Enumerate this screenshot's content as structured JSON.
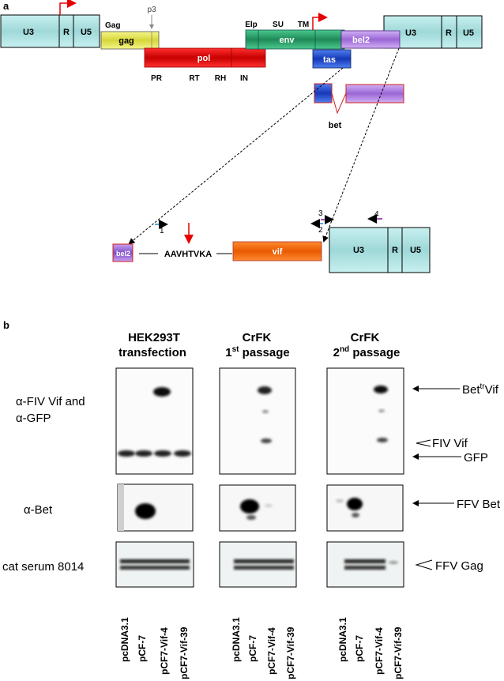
{
  "panel_a": {
    "label": "a",
    "ltr_left": {
      "u3": "U3",
      "r": "R",
      "u5": "U5"
    },
    "ltr_right": {
      "u3": "U3",
      "r": "R",
      "u5": "U5"
    },
    "ltr_bottom": {
      "u3": "U3",
      "r": "R",
      "u5": "U5"
    },
    "genes": {
      "gag_title": "Gag",
      "gag": "gag",
      "p3": "p3",
      "pol": "pol",
      "env": "env",
      "elp": "Elp",
      "su": "SU",
      "tm": "TM",
      "bel2": "bel2",
      "tas": "tas",
      "bet": "bet"
    },
    "pol_domains": [
      "PR",
      "RT",
      "RH",
      "IN"
    ],
    "construct": {
      "bel2": "bel2",
      "linker": "AAVHTVKA",
      "vif": "vif"
    },
    "primers": [
      "1",
      "2",
      "3",
      "4"
    ]
  },
  "panel_b": {
    "label": "b",
    "columns": [
      {
        "line1": "HEK293T",
        "line2": "transfection"
      },
      {
        "line1": "CrFK",
        "line2_num": "1",
        "line2_sup": "st",
        "line2_rest": " passage"
      },
      {
        "line1": "CrFK",
        "line2_num": "2",
        "line2_sup": "nd",
        "line2_rest": " passage"
      }
    ],
    "row_labels": {
      "row1_line1": "α-FIV Vif and",
      "row1_line2": "α-GFP",
      "row2": "α-Bet",
      "row3": "cat serum 8014"
    },
    "band_labels": {
      "bet_tr_vif_a": "Bet",
      "bet_tr_vif_sup": "tr",
      "bet_tr_vif_b": "Vif",
      "fiv_vif": "FIV Vif",
      "gfp": "GFP",
      "ffv_bet": "FFV Bet",
      "ffv_gag": "FFV Gag"
    },
    "lanes": [
      "pcDNA3.1",
      "pCF-7",
      "pCF7-Vif-4",
      "pCF7-Vif-39"
    ]
  },
  "colors": {
    "ltr": "#b3e6e6",
    "gag": "#e6e65c",
    "pol": "#e60000",
    "env": "#29a36b",
    "bel2": "#b380e6",
    "tas": "#1a4fd1",
    "vif": "#ff6a00",
    "promoter_arrow": "#e60000",
    "primer_blue": "#1a8fd1",
    "primer_purple": "#8a1a9e"
  }
}
